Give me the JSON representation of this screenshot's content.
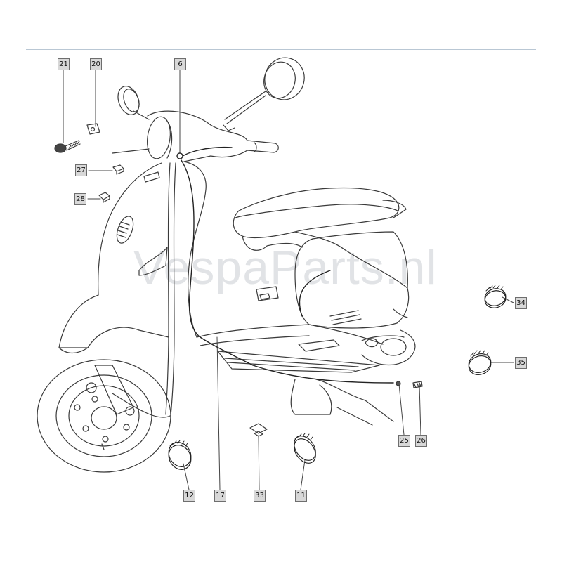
{
  "watermark": "VespaParts.nl",
  "colors": {
    "rule": "#b9c7d4",
    "callout_fill": "#d8d8d8",
    "callout_border": "#6e6e6e",
    "lines": "#3a3a3a"
  },
  "callouts": {
    "c21": "21",
    "c20": "20",
    "c6": "6",
    "c27": "27",
    "c28": "28",
    "c34": "34",
    "c35": "35",
    "c25": "25",
    "c26": "26",
    "c12": "12",
    "c17": "17",
    "c33": "33",
    "c11": "11"
  }
}
